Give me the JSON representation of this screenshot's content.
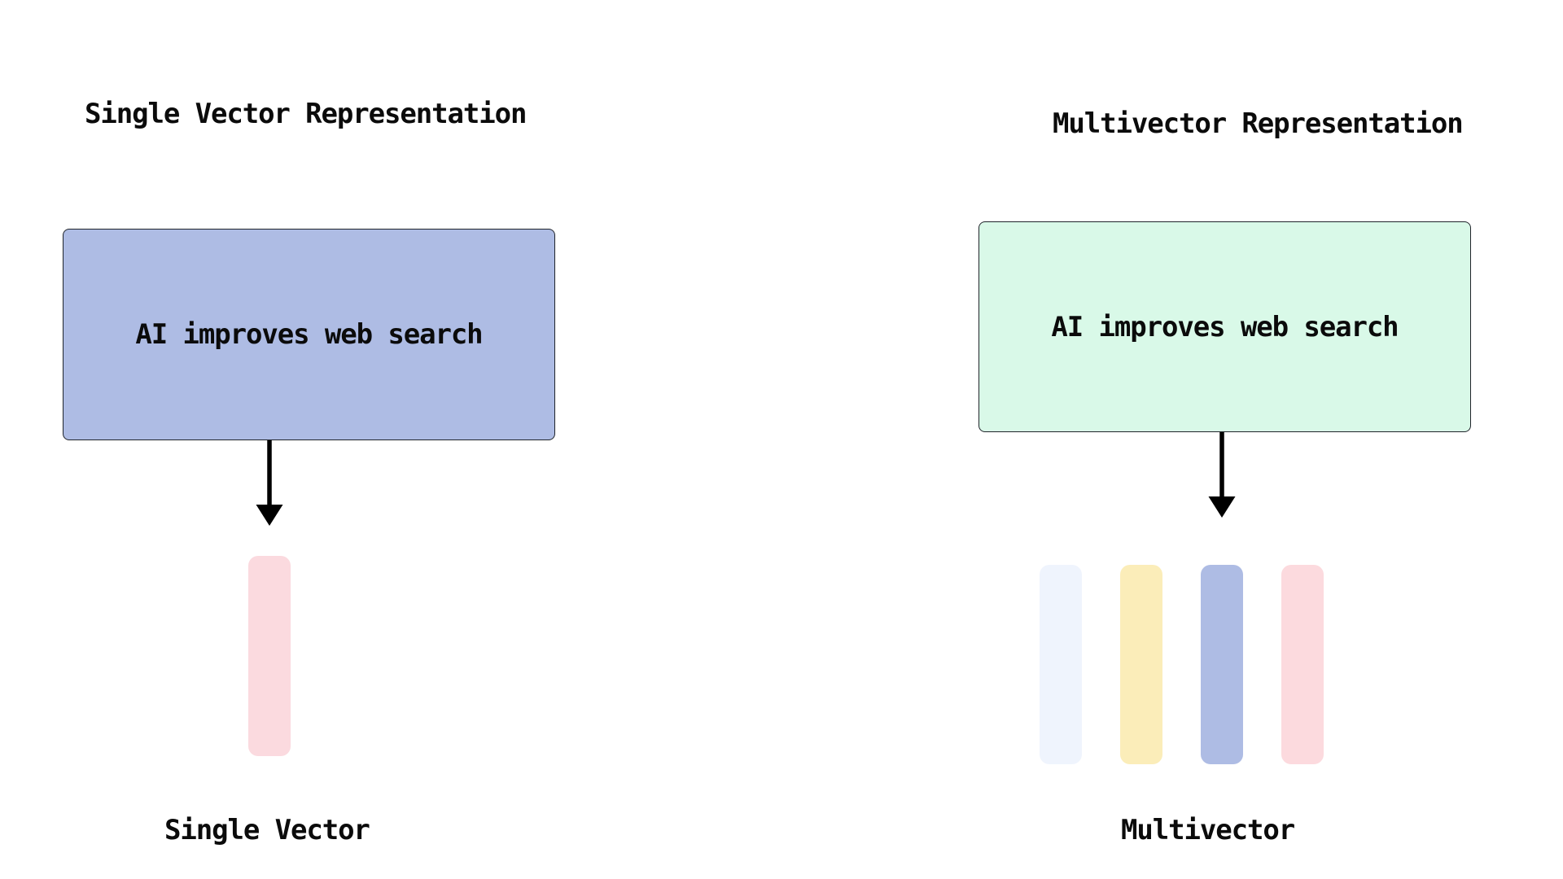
{
  "diagram": {
    "background_color": "#ffffff",
    "box_border_color": "#20242b",
    "arrow_color": "#000000",
    "panels": [
      {
        "title": "Single Vector Representation",
        "box_text": "AI improves web search",
        "box_fill": "#aebce4",
        "vector_label": "Single Vector",
        "vector_fills": [
          "#fbdadf"
        ]
      },
      {
        "title": "Multivector Representation",
        "box_text": "AI improves web search",
        "box_fill": "#d9f9e8",
        "vector_label": "Multivector",
        "vector_fills": [
          "#eff4fd",
          "#fbedb9",
          "#aebce4",
          "#fcdade"
        ]
      }
    ]
  }
}
